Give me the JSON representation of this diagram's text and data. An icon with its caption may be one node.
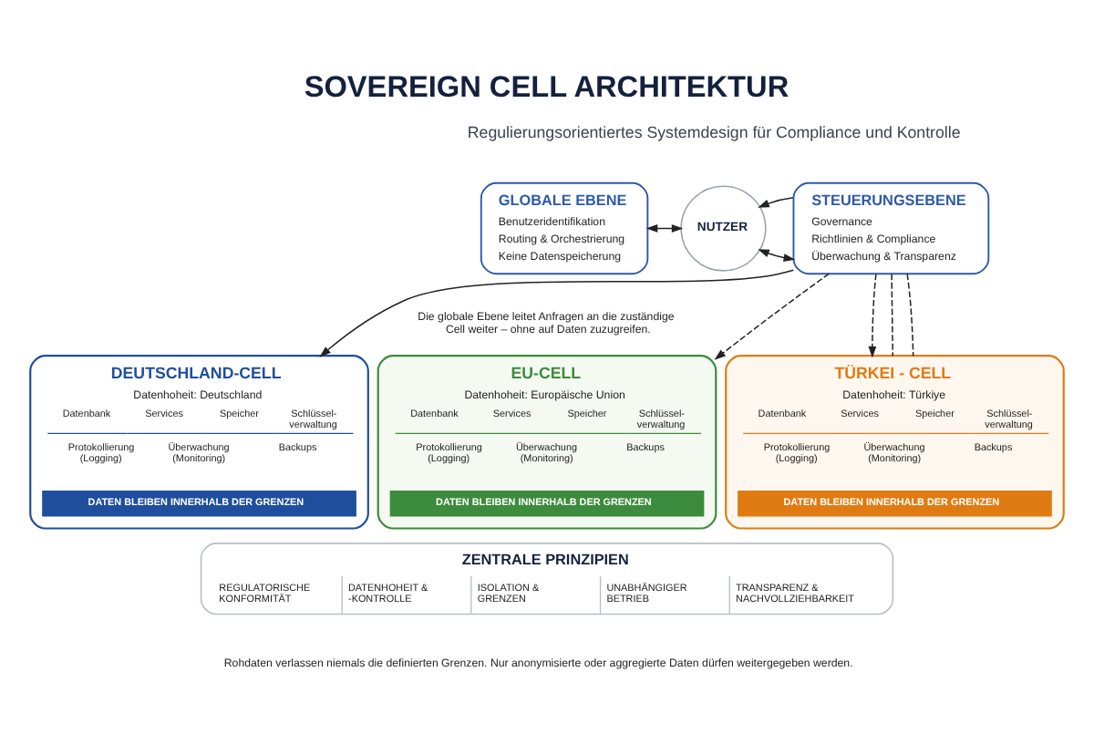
{
  "diagram": {
    "title": "SOVEREIGN CELL ARCHITEKTUR",
    "nodes": [
      {
        "text": [
          "GLOBALE EBENE",
          "Benutzeridentifikation",
          "Routing & Orchestrierung",
          "Keine Datenspeicherung"
        ]
      },
      {
        "text": [
          "NUTZER"
        ]
      },
      {
        "text": [
          "STEUERUNGSEBENE",
          "Governance",
          "Richtlinien & Compliance",
          "Überwachung & Transparenz"
        ]
      },
      {
        "text": [
          "DEUTSCHLAND-CELL",
          "Datenhoheit: Deutschland",
          "Datenbank",
          "Services",
          "Speicher",
          "Schlüssel- verwaltung",
          "Protokollierung (Logging)",
          "Überwachung (Monitoring)",
          "Backups"
        ]
      },
      {
        "text": [
          "DATEN BLEIBEN INNERHALB DER GRENZEN"
        ],
        "in": 3
      },
      {
        "text": [
          "EU-CELL",
          "Datenhoheit: Europäische Union",
          "Datenbank",
          "Services",
          "Speicher",
          "Schlüssel- verwaltung",
          "Protokollierung (Logging)",
          "Überwachung (Monitoring)",
          "Backups"
        ]
      },
      {
        "text": [
          "DATEN BLEIBEN INNERHALB DER GRENZEN"
        ],
        "in": 5
      },
      {
        "text": [
          "TÜRKEI - CELL",
          "Datenhoheit: Türkiye",
          "Datenbank",
          "Services",
          "Speicher",
          "Schlüssel- verwaltung",
          "Protokollierung (Logging)",
          "Überwachung (Monitoring)",
          "Backups"
        ]
      },
      {
        "text": [
          "DATEN BLEIBEN INNERHALB DER GRENZEN"
        ],
        "in": 7
      },
      {
        "text": [
          "ZENTRALE PRINZIPIEN",
          "REGULATORISCHE KONFORMITÄT",
          "DATENHOHEIT & -KONTROLLE",
          "ISOLATION & GRENZEN",
          "UNABHÄNGIGER BETRIEB",
          "TRANSPARENZ & NACHVOLLZIEHBARKEIT"
        ]
      }
    ],
    "edges": [
      {
        "from": 0,
        "to": 1,
        "arrow": "both"
      },
      {
        "from": 1,
        "to": 2,
        "arrow": "both"
      },
      {
        "from": 2,
        "to": 1,
        "arrow": "to"
      },
      {
        "from": 2,
        "to": 3,
        "arrow": "to"
      },
      {
        "from": 2,
        "to": 5,
        "arrow": "to",
        "style": "dashed"
      },
      {
        "from": 2,
        "to": 7,
        "arrow": "to",
        "style": "dashed"
      },
      {
        "from": 2,
        "to": 7,
        "arrow": "none",
        "style": "dashed"
      },
      {
        "from": 2,
        "to": 7,
        "arrow": "none",
        "style": "dashed"
      }
    ],
    "labels": [
      "Regulierungsorientiertes Systemdesign für Compliance und Kontrolle",
      "Die globale Ebene leitet Anfragen an die zuständige Cell weiter – ohne auf Daten zuzugreifen.",
      "Rohdaten verlassen niemals die definierten Grenzen. Nur anonymisierte oder aggregierte Daten dürfen weitergegeben werden."
    ]
  }
}
